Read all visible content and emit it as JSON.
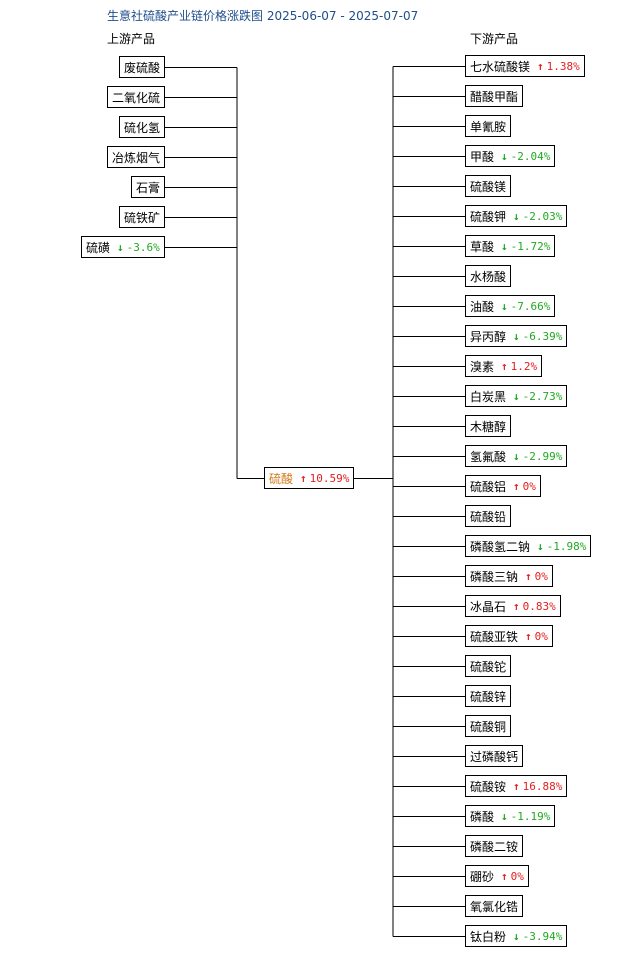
{
  "title": "生意社硫酸产业链价格涨跌图 2025-06-07 - 2025-07-07",
  "upstream_label": "上游产品",
  "downstream_label": "下游产品",
  "center": {
    "name": "硫酸",
    "arrow": "↑",
    "change": "10.59%",
    "dir": "up"
  },
  "upstream": [
    {
      "name": "废硫酸"
    },
    {
      "name": "二氧化硫"
    },
    {
      "name": "硫化氢"
    },
    {
      "name": "冶炼烟气"
    },
    {
      "name": "石膏"
    },
    {
      "name": "硫铁矿"
    },
    {
      "name": "硫磺",
      "arrow": "↓",
      "change": "-3.6%",
      "dir": "down"
    }
  ],
  "downstream": [
    {
      "name": "七水硫酸镁",
      "arrow": "↑",
      "change": "1.38%",
      "dir": "up"
    },
    {
      "name": "醋酸甲酯"
    },
    {
      "name": "单氰胺"
    },
    {
      "name": "甲酸",
      "arrow": "↓",
      "change": "-2.04%",
      "dir": "down"
    },
    {
      "name": "硫酸镁"
    },
    {
      "name": "硫酸钾",
      "arrow": "↓",
      "change": "-2.03%",
      "dir": "down"
    },
    {
      "name": "草酸",
      "arrow": "↓",
      "change": "-1.72%",
      "dir": "down"
    },
    {
      "name": "水杨酸"
    },
    {
      "name": "油酸",
      "arrow": "↓",
      "change": "-7.66%",
      "dir": "down"
    },
    {
      "name": "异丙醇",
      "arrow": "↓",
      "change": "-6.39%",
      "dir": "down"
    },
    {
      "name": "溴素",
      "arrow": "↑",
      "change": "1.2%",
      "dir": "up"
    },
    {
      "name": "白炭黑",
      "arrow": "↓",
      "change": "-2.73%",
      "dir": "down"
    },
    {
      "name": "木糖醇"
    },
    {
      "name": "氢氟酸",
      "arrow": "↓",
      "change": "-2.99%",
      "dir": "down"
    },
    {
      "name": "硫酸铝",
      "arrow": "↑",
      "change": "0%",
      "dir": "up"
    },
    {
      "name": "硫酸铅"
    },
    {
      "name": "磷酸氢二钠",
      "arrow": "↓",
      "change": "-1.98%",
      "dir": "down"
    },
    {
      "name": "磷酸三钠",
      "arrow": "↑",
      "change": "0%",
      "dir": "up"
    },
    {
      "name": "冰晶石",
      "arrow": "↑",
      "change": "0.83%",
      "dir": "up"
    },
    {
      "name": "硫酸亚铁",
      "arrow": "↑",
      "change": "0%",
      "dir": "up"
    },
    {
      "name": "硫酸铊"
    },
    {
      "name": "硫酸锌"
    },
    {
      "name": "硫酸铜"
    },
    {
      "name": "过磷酸钙"
    },
    {
      "name": "硫酸铵",
      "arrow": "↑",
      "change": "16.88%",
      "dir": "up"
    },
    {
      "name": "磷酸",
      "arrow": "↓",
      "change": "-1.19%",
      "dir": "down"
    },
    {
      "name": "磷酸二铵"
    },
    {
      "name": "硼砂",
      "arrow": "↑",
      "change": "0%",
      "dir": "up"
    },
    {
      "name": "氧氯化锆"
    },
    {
      "name": "钛白粉",
      "arrow": "↓",
      "change": "-3.94%",
      "dir": "down"
    }
  ]
}
